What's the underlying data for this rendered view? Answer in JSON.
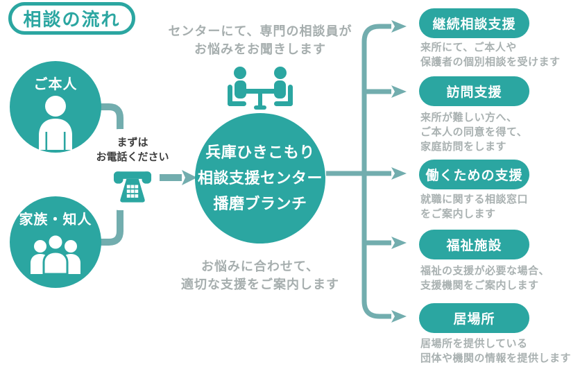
{
  "title": "相談の流れ",
  "colors": {
    "teal": "#2ba6a1",
    "arrow_teal": "#72adae",
    "text_dark": "#3d3d3d",
    "text_faded": "#a6aeae",
    "white": "#ffffff"
  },
  "sources": [
    {
      "label": "ご本人",
      "icon": "person-icon"
    },
    {
      "label": "家族・知人",
      "icon": "group-icon"
    }
  ],
  "call_prompt": {
    "line1": "まずは",
    "line2": "お電話ください",
    "icon": "phone-icon"
  },
  "center": {
    "icon": "meeting-icon",
    "caption_top": [
      "センターにて、専門の相談員が",
      "お悩みをお聞きします"
    ],
    "name": [
      "兵庫ひきこもり",
      "相談支援センター",
      "播磨ブランチ"
    ],
    "caption_bottom": [
      "お悩みに合わせて、",
      "適切な支援をご案内します"
    ]
  },
  "supports": [
    {
      "label": "継続相談支援",
      "description": [
        "来所にて、ご本人や",
        "保護者の個別相談を受けます"
      ]
    },
    {
      "label": "訪問支援",
      "description": [
        "来所が難しい方へ、",
        "ご本人の同意を得て、",
        "家庭訪問をします"
      ]
    },
    {
      "label": "働くための支援",
      "description": [
        "就職に関する相談窓口",
        "をご案内します"
      ]
    },
    {
      "label": "福祉施設",
      "description": [
        "福祉の支援が必要な場合、",
        "支援機関をご案内します"
      ]
    },
    {
      "label": "居場所",
      "description": [
        "居場所を提供している",
        "団体や機関の情報を提供します"
      ]
    }
  ]
}
